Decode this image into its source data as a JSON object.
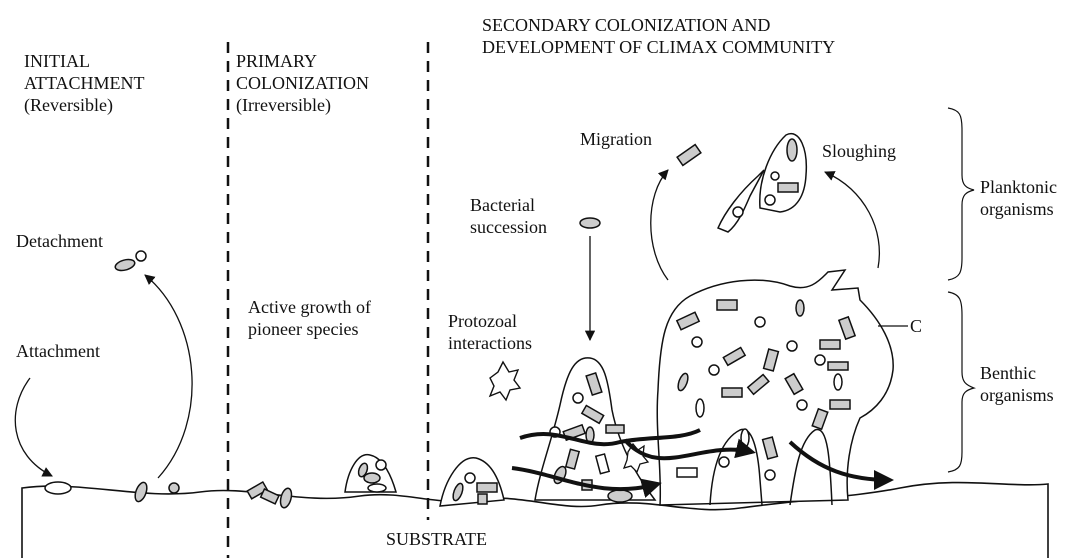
{
  "sections": {
    "initial": {
      "line1": "INITIAL",
      "line2": "ATTACHMENT",
      "line3": "(Reversible)"
    },
    "primary": {
      "line1": "PRIMARY",
      "line2": "COLONIZATION",
      "line3": "(Irreversible)"
    },
    "secondary": {
      "line1": "SECONDARY COLONIZATION  AND",
      "line2": "DEVELOPMENT  OF CLIMAX COMMUNITY"
    }
  },
  "labels": {
    "detachment": "Detachment",
    "attachment": "Attachment",
    "active_growth_1": "Active growth of",
    "active_growth_2": "pioneer species",
    "protozoal_1": "Protozoal",
    "protozoal_2": "interactions",
    "bacterial_1": "Bacterial",
    "bacterial_2": "succession",
    "migration": "Migration",
    "sloughing": "Sloughing",
    "c_marker": "C",
    "substrate": "SUBSTRATE"
  },
  "groups": {
    "planktonic_1": "Planktonic",
    "planktonic_2": "organisms",
    "benthic_1": "Benthic",
    "benthic_2": "organisms"
  }
}
